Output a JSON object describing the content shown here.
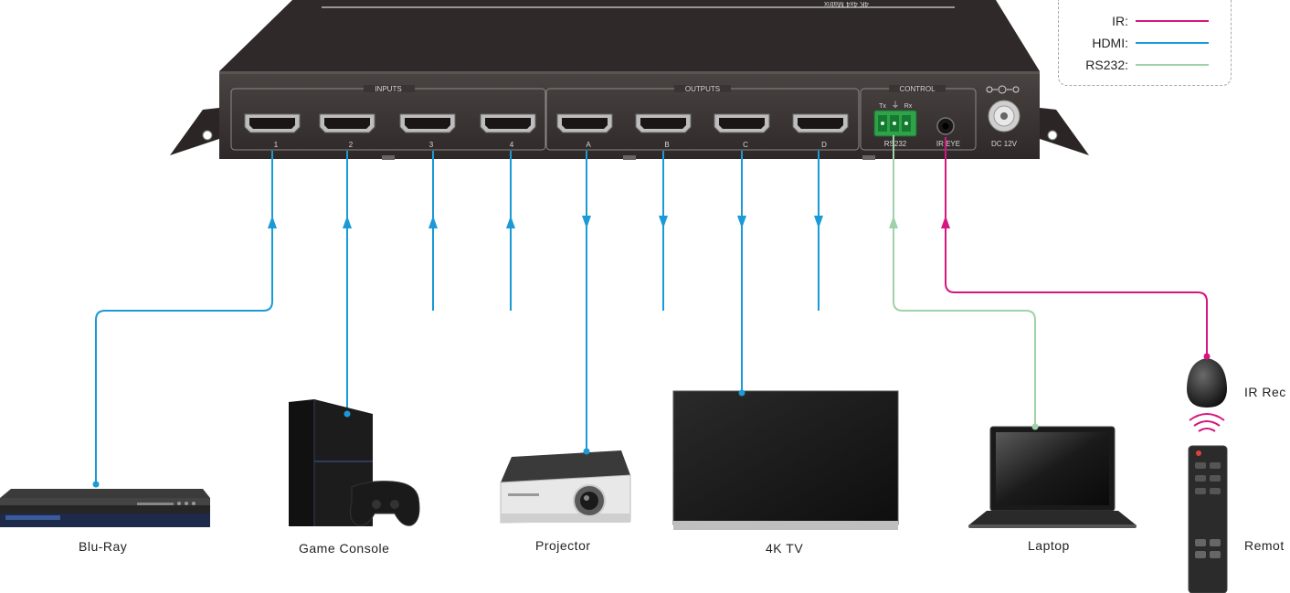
{
  "device": {
    "top_label": "4K 4x4 Matrix",
    "inputs_label": "INPUTS",
    "outputs_label": "OUTPUTS",
    "control_label": "CONTROL",
    "input_ports": [
      "1",
      "2",
      "3",
      "4"
    ],
    "output_ports": [
      "A",
      "B",
      "C",
      "D"
    ],
    "rs232_label": "RS232",
    "tx_label": "Tx",
    "rx_label": "Rx",
    "ir_eye_label": "IR EYE",
    "dc_label": "DC 12V"
  },
  "legend": {
    "items": [
      {
        "label": "IR:",
        "color": "#d6157f"
      },
      {
        "label": "HDMI:",
        "color": "#1a9ad6"
      },
      {
        "label": "RS232:",
        "color": "#9fd1aa"
      }
    ]
  },
  "devices": {
    "bluray": "Blu-Ray",
    "console": "Game Console",
    "projector": "Projector",
    "tv": "4K TV",
    "laptop": "Laptop",
    "ir_receiver": "IR Rec",
    "remote": "Remot"
  },
  "colors": {
    "hdmi": "#1a9ad6",
    "ir": "#d6157f",
    "rs232": "#9fd1aa",
    "chassis": "#3a3433",
    "port_label": "#d8d8d8"
  }
}
